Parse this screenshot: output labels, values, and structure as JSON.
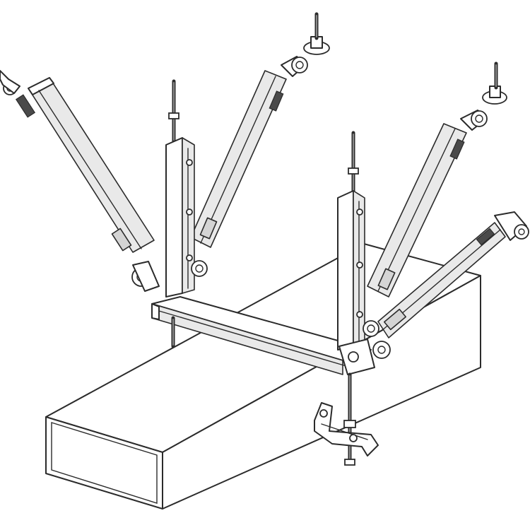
{
  "diagram": {
    "theme": {
      "line": "#2b2b2b",
      "fill": "#ffffff",
      "shade": "#e9e9e9"
    },
    "parts": [
      "duct",
      "crossbeam",
      "vertical-channel-left",
      "vertical-channel-right",
      "brace-left-outer",
      "brace-left-inner",
      "brace-right-inner",
      "brace-right-outer",
      "hanger-rod",
      "pipe-clamp"
    ]
  }
}
